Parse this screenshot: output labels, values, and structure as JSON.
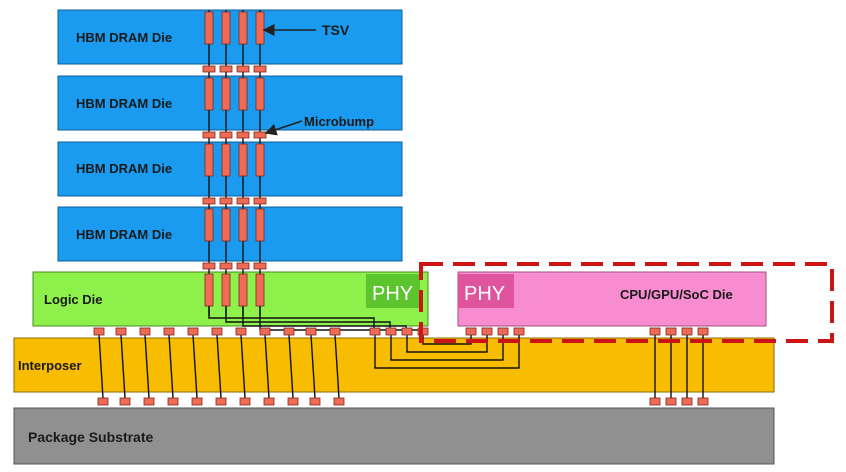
{
  "labels": {
    "dram_die": "HBM DRAM Die",
    "tsv": "TSV",
    "microbump": "Microbump",
    "logic_die": "Logic Die",
    "phy_logic": "PHY",
    "phy_soc": "PHY",
    "soc_die": "CPU/GPU/SoC Die",
    "interposer": "Interposer",
    "package_substrate": "Package Substrate"
  },
  "colors": {
    "dram": "#1a9bf0",
    "logic": "#8ef04a",
    "phy_logic": "#5cc42c",
    "soc": "#f88cd0",
    "phy_soc": "#e0549e",
    "interposer": "#f8bc00",
    "substrate": "#909090",
    "bump": "#f06a56",
    "highlight": "#cc1414"
  }
}
